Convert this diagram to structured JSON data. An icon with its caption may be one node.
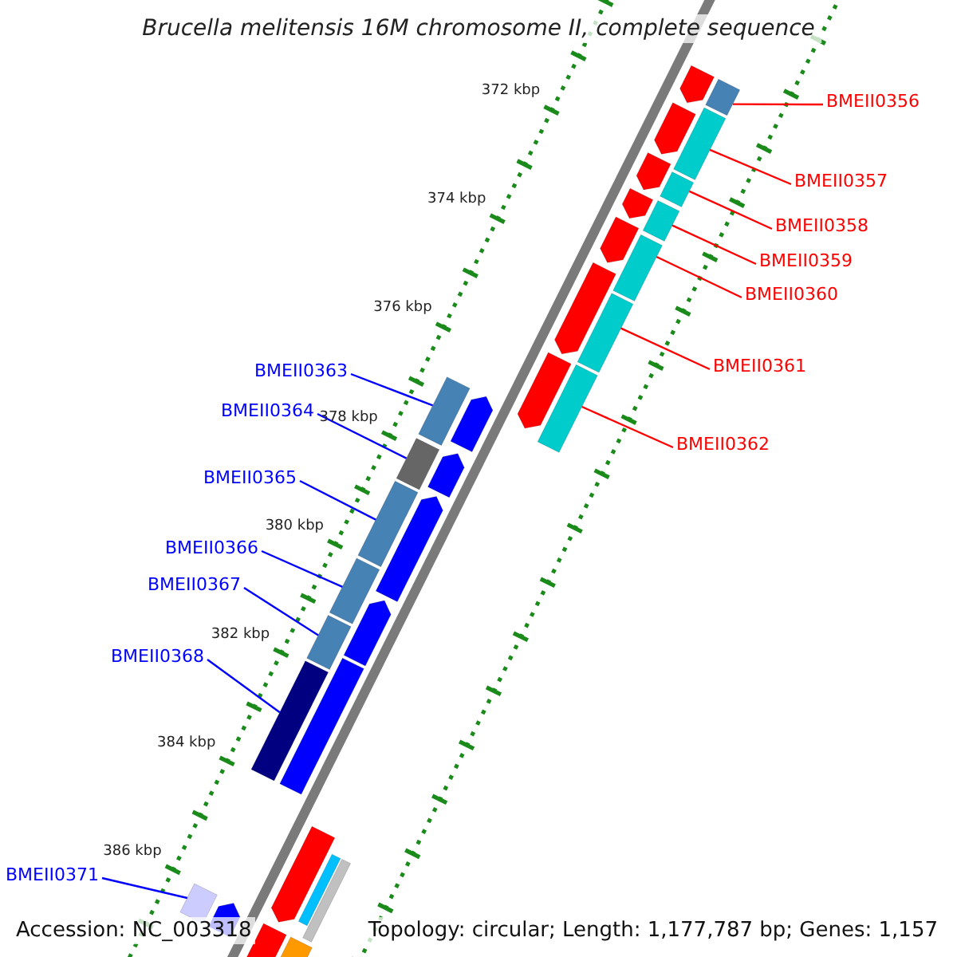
{
  "diagram": {
    "title": "Brucella melitensis 16M chromosome II, complete sequence",
    "nodes": [
      {
        "text": [
          "BMEII0356"
        ]
      },
      {
        "text": [
          "BMEII0357"
        ]
      },
      {
        "text": [
          "BMEII0358"
        ]
      },
      {
        "text": [
          "BMEII0359"
        ]
      },
      {
        "text": [
          "BMEII0360"
        ]
      },
      {
        "text": [
          "BMEII0361"
        ]
      },
      {
        "text": [
          "BMEII0362"
        ]
      },
      {
        "text": [
          "BMEII0363"
        ]
      },
      {
        "text": [
          "BMEII0364"
        ]
      },
      {
        "text": [
          "BMEII0365"
        ]
      },
      {
        "text": [
          "BMEII0366"
        ]
      },
      {
        "text": [
          "BMEII0367"
        ]
      },
      {
        "text": [
          "BMEII0368"
        ]
      },
      {
        "text": [
          "BMEII0371"
        ]
      },
      {
        "text": [],
        "shape": "bar"
      },
      {
        "text": [],
        "shape": "bar"
      },
      {
        "text": [],
        "shape": "bar"
      },
      {
        "text": [],
        "shape": "bar"
      },
      {
        "text": [],
        "shape": "bar"
      },
      {
        "text": [],
        "shape": "bar"
      },
      {
        "text": [],
        "shape": "bar"
      },
      {
        "text": [],
        "shape": "bar"
      },
      {
        "text": [],
        "shape": "bar"
      },
      {
        "text": [],
        "shape": "bar"
      },
      {
        "text": [],
        "shape": "bar"
      },
      {
        "text": [],
        "shape": "bar"
      },
      {
        "text": [],
        "shape": "bar"
      },
      {
        "text": [],
        "shape": "bar"
      },
      {
        "text": [],
        "shape": "bar"
      }
    ],
    "edges": [
      {
        "from": 0,
        "to": 14,
        "arrow": "none",
        "color": "#ff0000"
      },
      {
        "from": 1,
        "to": 15,
        "arrow": "none",
        "color": "#ff0000"
      },
      {
        "from": 2,
        "to": 16,
        "arrow": "none",
        "color": "#ff0000"
      },
      {
        "from": 3,
        "to": 17,
        "arrow": "none",
        "color": "#ff0000"
      },
      {
        "from": 4,
        "to": 18,
        "arrow": "none",
        "color": "#ff0000"
      },
      {
        "from": 5,
        "to": 19,
        "arrow": "none",
        "color": "#ff0000"
      },
      {
        "from": 6,
        "to": 20,
        "arrow": "none",
        "color": "#ff0000"
      },
      {
        "from": 7,
        "to": 21,
        "arrow": "none",
        "color": "#0000ff"
      },
      {
        "from": 8,
        "to": 22,
        "arrow": "none",
        "color": "#0000ff"
      },
      {
        "from": 9,
        "to": 23,
        "arrow": "none",
        "color": "#0000ff"
      },
      {
        "from": 10,
        "to": 24,
        "arrow": "none",
        "color": "#0000ff"
      },
      {
        "from": 11,
        "to": 25,
        "arrow": "none",
        "color": "#0000ff"
      },
      {
        "from": 12,
        "to": 26,
        "arrow": "none",
        "color": "#0000ff"
      },
      {
        "from": 13,
        "to": 27,
        "arrow": "none",
        "color": "#0000ff"
      }
    ],
    "labels": [
      "372 kbp",
      "374 kbp",
      "376 kbp",
      "378 kbp",
      "380 kbp",
      "382 kbp",
      "384 kbp",
      "386 kbp",
      "Accession: NC_003318",
      "Topology: circular; Length: 1,177,787 bp; Genes: 1,157"
    ]
  }
}
